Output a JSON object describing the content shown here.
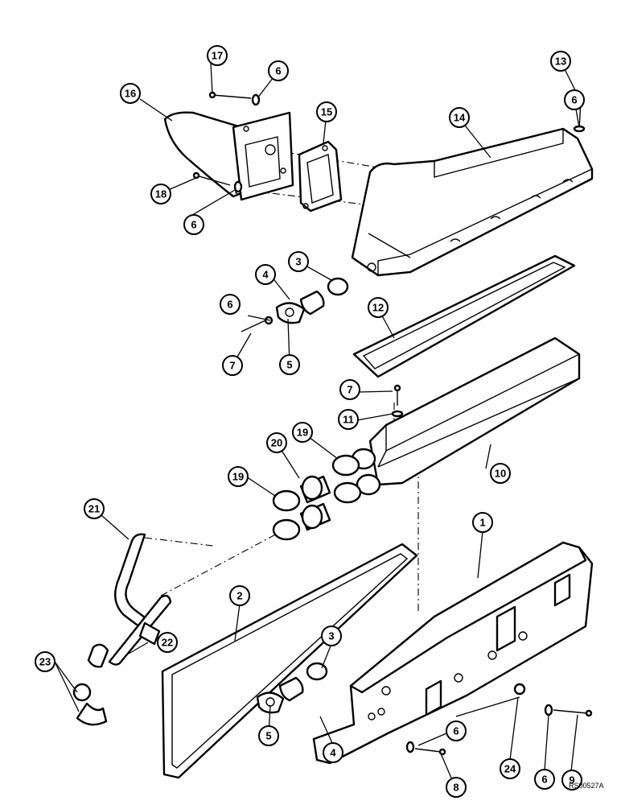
{
  "diagram": {
    "reference_code": "RS00527A",
    "callouts": [
      "1",
      "2",
      "3",
      "4",
      "5",
      "6",
      "7",
      "8",
      "9",
      "10",
      "11",
      "12",
      "13",
      "14",
      "15",
      "16",
      "17",
      "18",
      "19",
      "20",
      "21",
      "22",
      "23",
      "24"
    ]
  }
}
